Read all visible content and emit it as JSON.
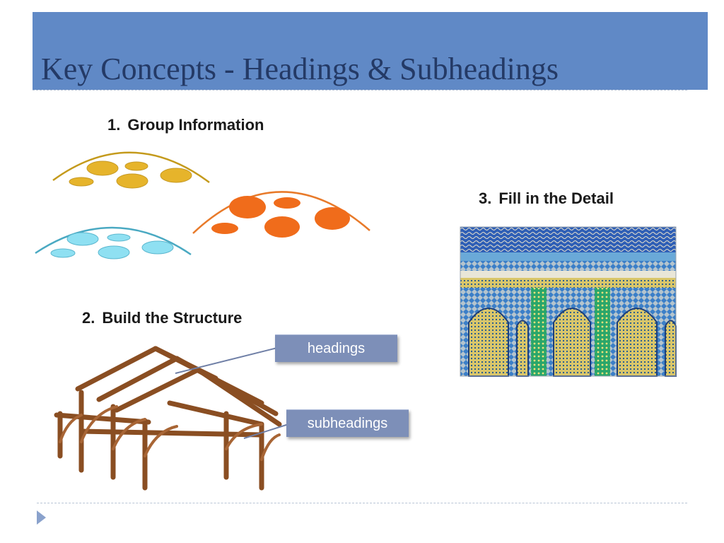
{
  "slide": {
    "title": "Key Concepts - Headings & Subheadings",
    "colors": {
      "title_bar": "#6089c6",
      "title_text": "#243a66",
      "label_box": "#7d8fb8"
    }
  },
  "steps": [
    {
      "number": "1.",
      "label": "Group Information"
    },
    {
      "number": "2.",
      "label": "Build the Structure"
    },
    {
      "number": "3.",
      "label": "Fill in the Detail"
    }
  ],
  "callouts": {
    "headings": "headings",
    "subheadings": "subheadings"
  },
  "groups": [
    {
      "color": "#e6b42b",
      "arc_color": "#c49a1c"
    },
    {
      "color": "#f06c1b",
      "arc_color": "#e87a2a"
    },
    {
      "color": "#8fe0f2",
      "arc_color": "#4aa9c2"
    }
  ],
  "images": {
    "structure": "timber-frame-illustration",
    "detail": "mosaic-tile-facade-photo"
  }
}
